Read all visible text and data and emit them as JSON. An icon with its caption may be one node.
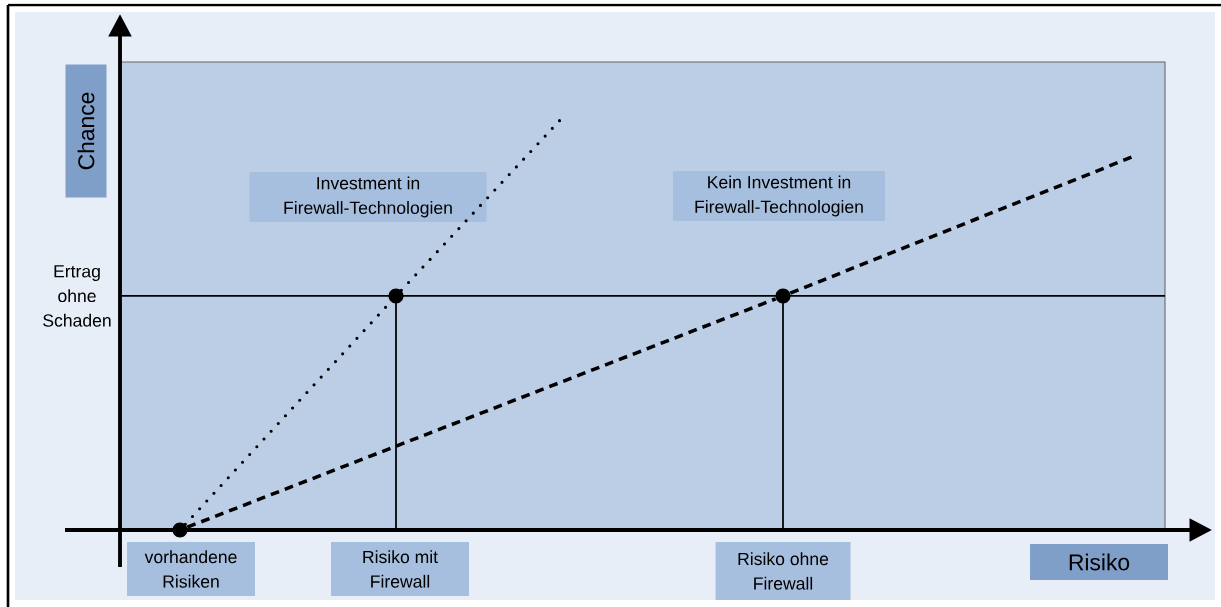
{
  "diagram": {
    "nodes": [
      {
        "text": [
          "Chance"
        ]
      },
      {
        "text": [
          "Investment in Firewall-Technologien"
        ]
      },
      {
        "text": [
          "Kein Investment in Firewall-Technologien"
        ]
      },
      {
        "text": [
          "vorhandene Risiken"
        ]
      },
      {
        "text": [
          "Risiko mit Firewall"
        ]
      },
      {
        "text": [
          "Risiko ohne Firewall"
        ]
      },
      {
        "text": [
          "Risiko"
        ]
      },
      {
        "text": [],
        "shape": "circle"
      },
      {
        "text": [],
        "shape": "circle"
      },
      {
        "text": [],
        "shape": "circle"
      }
    ],
    "edges": [
      {
        "from": 7,
        "to": 8,
        "arrow": "none"
      },
      {
        "from": 8,
        "to": null,
        "arrow": "none"
      },
      {
        "from": 7,
        "to": 9,
        "arrow": "none",
        "style": "dashed"
      },
      {
        "from": 9,
        "to": null,
        "arrow": "none",
        "style": "dashed"
      }
    ],
    "labels": [
      "Ertrag ohne Schaden"
    ]
  }
}
